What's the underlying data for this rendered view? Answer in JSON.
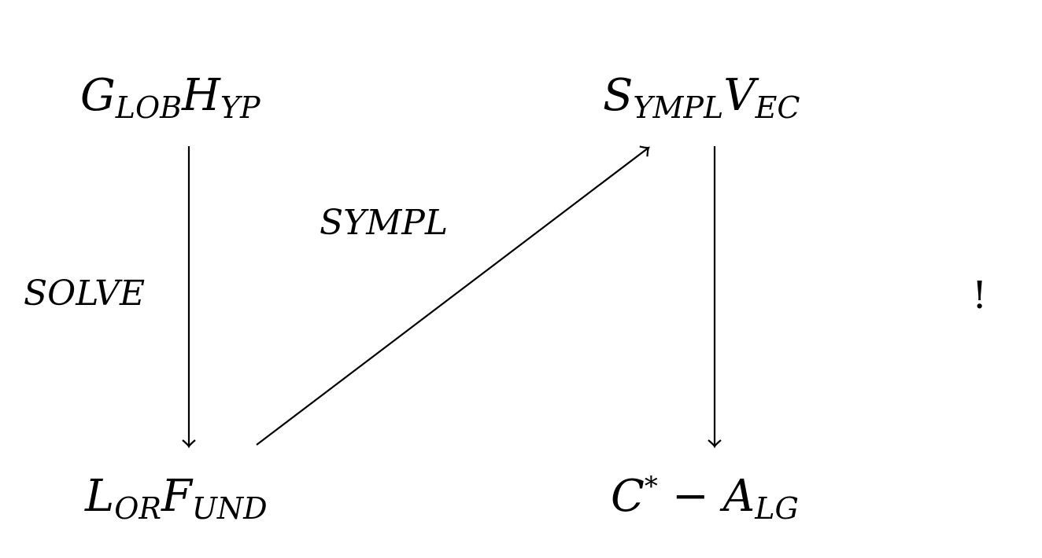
{
  "nodes": {
    "globhyp": {
      "p1_main": "G",
      "p1_sub": "LOB",
      "p2_main": "H",
      "p2_sub": "YP"
    },
    "symplvec": {
      "p1_main": "S",
      "p1_sub": "YMPL",
      "p2_main": "V",
      "p2_sub": "EC"
    },
    "lorfund": {
      "p1_main": "L",
      "p1_sub": "OR",
      "p2_main": "F",
      "p2_sub": "UND"
    },
    "calg": {
      "main": "C",
      "sup": "*",
      "op": "−",
      "p2_main": "A",
      "p2_sub": "LG"
    }
  },
  "edges": {
    "solve": {
      "label": "SOLVE"
    },
    "sympl": {
      "label": "SYMPL"
    }
  },
  "annotation": {
    "text": "!"
  }
}
